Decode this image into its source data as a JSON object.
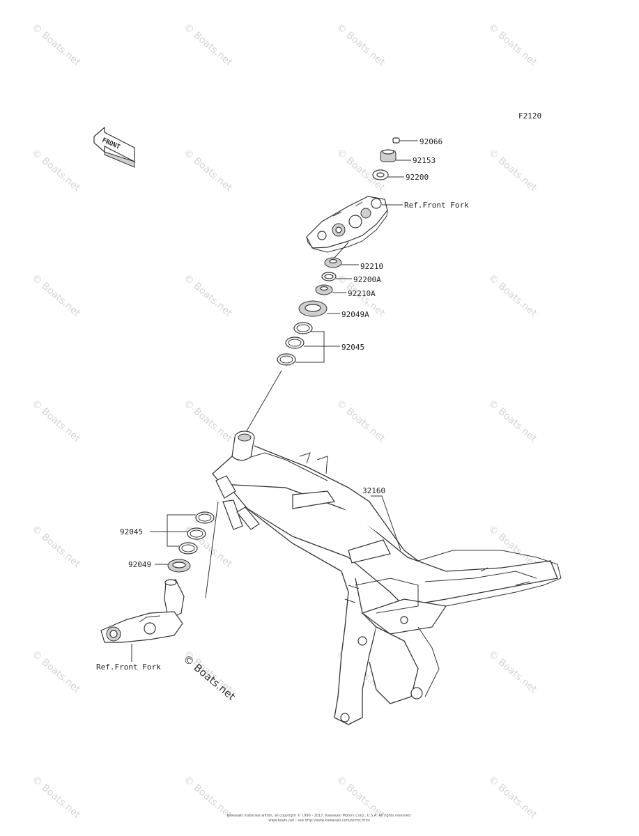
{
  "diagram_code": "F2120",
  "front_indicator": "FRONT",
  "watermark": "© Boats.net",
  "center_watermark": "© Boats.net",
  "footer": {
    "line1": "Kawasaki materials within, all copyright © 1998 - 2017, Kawasaki Motors Corp., U.S.A. All rights reserved.",
    "line2": "www.boats.net - see http://www.kawasaki.com/terms.html"
  },
  "parts": [
    {
      "id": "p92066",
      "label": "92066"
    },
    {
      "id": "p92153",
      "label": "92153"
    },
    {
      "id": "p92200",
      "label": "92200"
    },
    {
      "id": "pref1",
      "label": "Ref.Front Fork"
    },
    {
      "id": "p92210",
      "label": "92210"
    },
    {
      "id": "p92200A",
      "label": "92200A"
    },
    {
      "id": "p92210A",
      "label": "92210A"
    },
    {
      "id": "p92049A",
      "label": "92049A"
    },
    {
      "id": "p92045a",
      "label": "92045"
    },
    {
      "id": "p32160",
      "label": "32160"
    },
    {
      "id": "p92045b",
      "label": "92045"
    },
    {
      "id": "p92049",
      "label": "92049"
    },
    {
      "id": "pref2",
      "label": "Ref.Front Fork"
    }
  ]
}
